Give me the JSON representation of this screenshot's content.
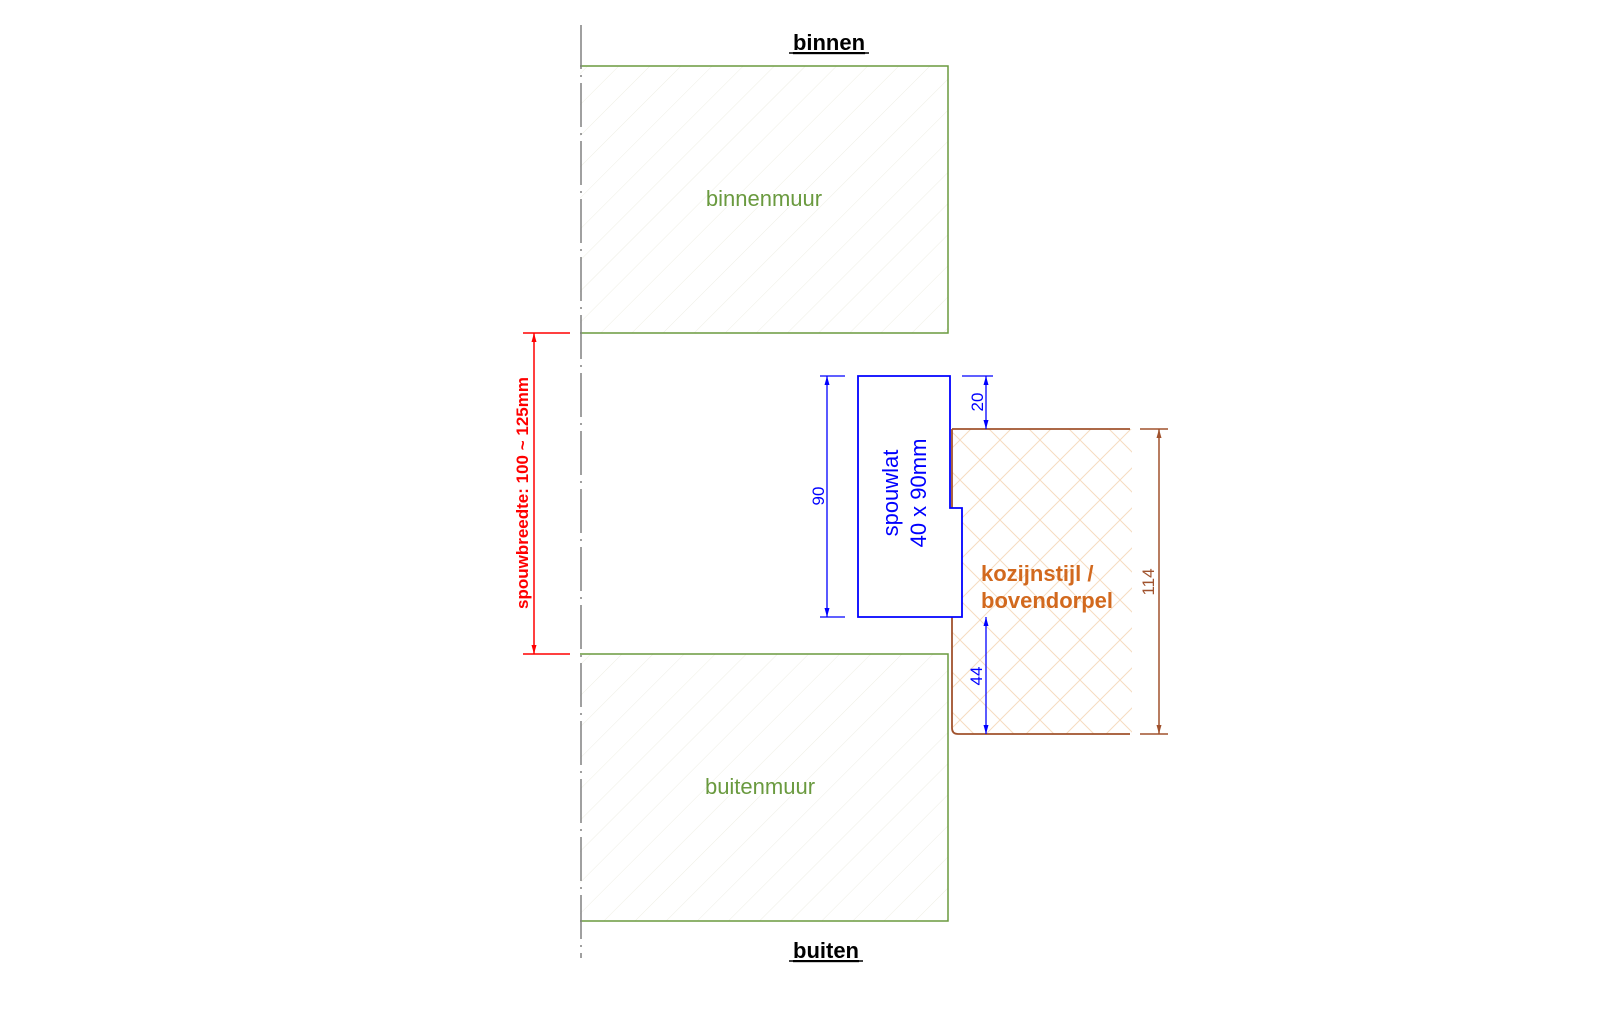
{
  "labels": {
    "inside": "binnen",
    "outside": "buiten",
    "inner_wall": "binnenmuur",
    "outer_wall": "buitenmuur",
    "cavity_width": "spouwbreedte: 100 ~ 125mm",
    "cavity_batten_line1": "spouwlat",
    "cavity_batten_line2": "40 x 90mm",
    "frame_line1": "kozijnstijl /",
    "frame_line2": "bovendorpel"
  },
  "dimensions": {
    "batten_height": "90",
    "batten_top_offset": "20",
    "batten_bottom_offset": "44",
    "frame_height": "114"
  },
  "colors": {
    "wall": "#6a9a3f",
    "cavity": "#ff0000",
    "batten": "#0000ff",
    "frame": "#a0522d",
    "frame_text": "#d2691e",
    "axis": "#808080",
    "hatch": "#e8e8d8",
    "frame_hatch": "#f5d9b8"
  }
}
